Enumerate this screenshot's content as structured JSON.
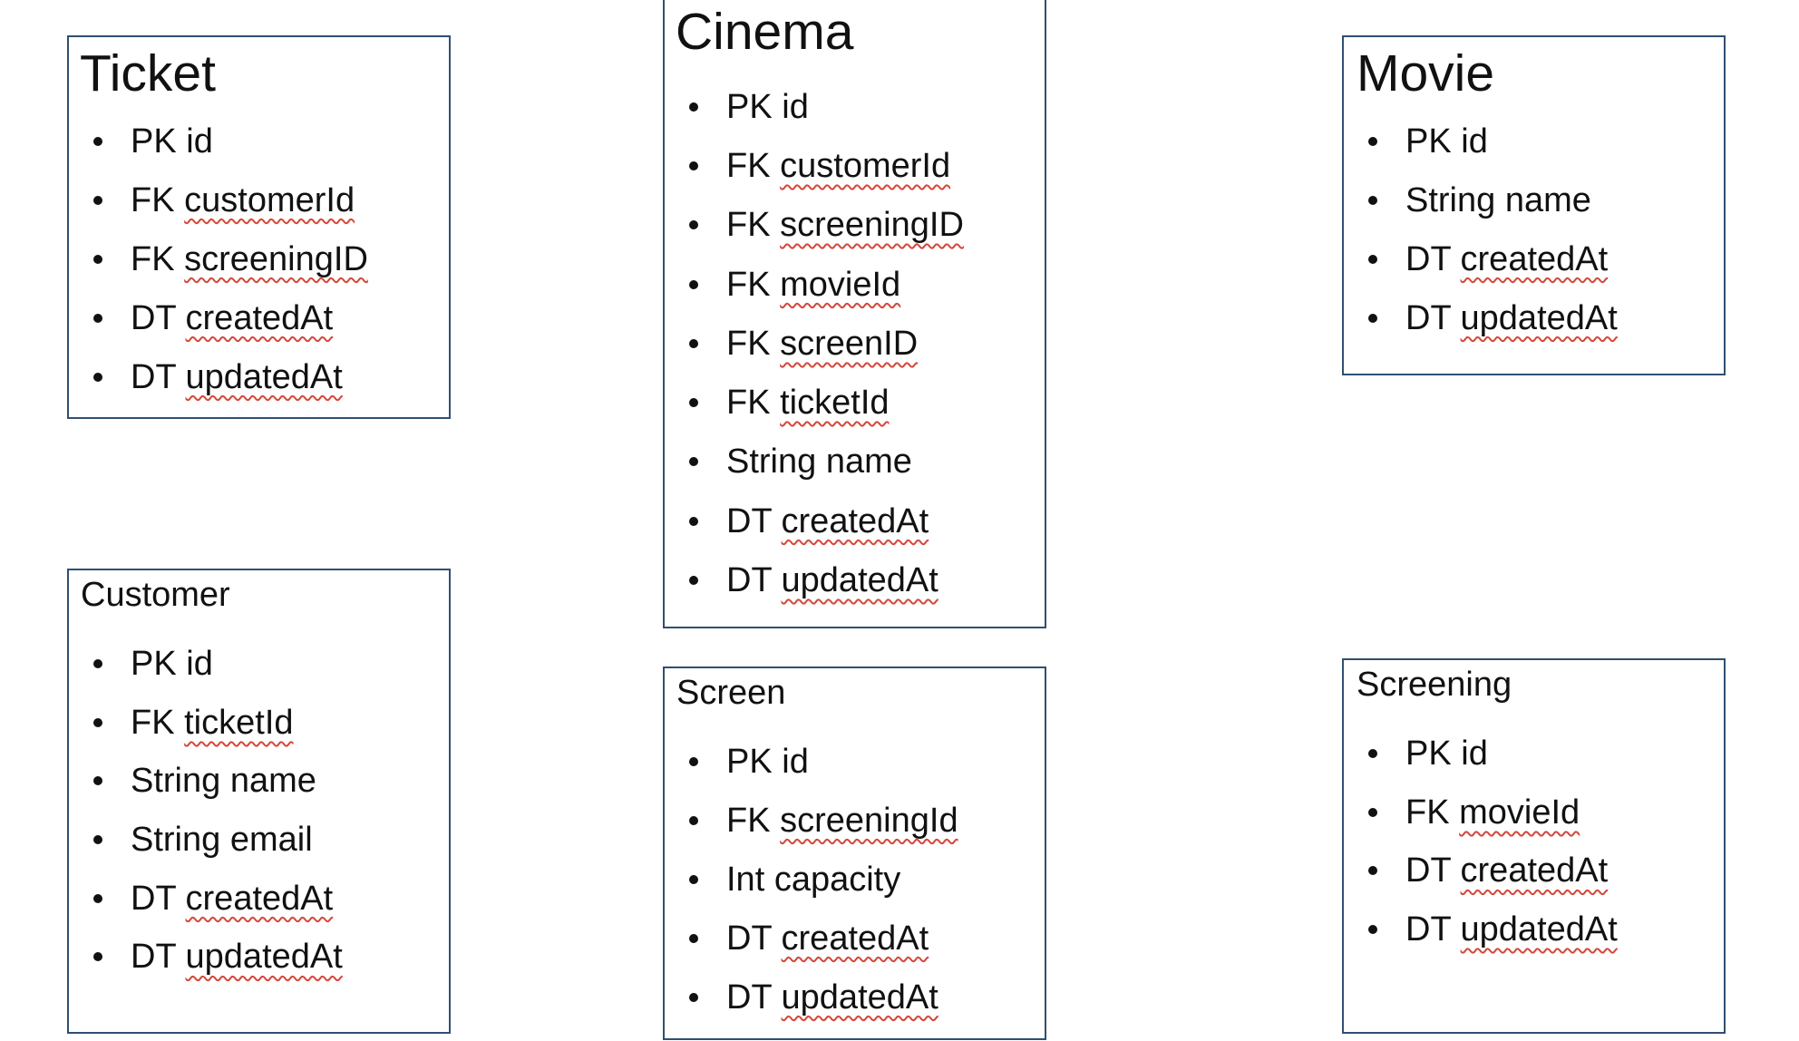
{
  "entities": {
    "ticket": {
      "title": "Ticket",
      "fields": [
        {
          "type": "PK",
          "name": "id"
        },
        {
          "type": "FK",
          "name": "customerId"
        },
        {
          "type": "FK",
          "name": "screeningID"
        },
        {
          "type": "DT",
          "name": "createdAt"
        },
        {
          "type": "DT",
          "name": "updatedAt"
        }
      ]
    },
    "cinema": {
      "title": "Cinema",
      "fields": [
        {
          "type": "PK",
          "name": "id"
        },
        {
          "type": "FK",
          "name": "customerId"
        },
        {
          "type": "FK",
          "name": "screeningID"
        },
        {
          "type": "FK",
          "name": "movieId"
        },
        {
          "type": "FK",
          "name": "screenID"
        },
        {
          "type": "FK",
          "name": "ticketId"
        },
        {
          "type": "String",
          "name": "name"
        },
        {
          "type": "DT",
          "name": "createdAt"
        },
        {
          "type": "DT",
          "name": "updatedAt"
        }
      ]
    },
    "movie": {
      "title": "Movie",
      "fields": [
        {
          "type": "PK",
          "name": "id"
        },
        {
          "type": "String",
          "name": "name"
        },
        {
          "type": "DT",
          "name": "createdAt"
        },
        {
          "type": "DT",
          "name": "updatedAt"
        }
      ]
    },
    "customer": {
      "title": "Customer",
      "fields": [
        {
          "type": "PK",
          "name": "id"
        },
        {
          "type": "FK",
          "name": "ticketId"
        },
        {
          "type": "String",
          "name": "name"
        },
        {
          "type": "String",
          "name": "email"
        },
        {
          "type": "DT",
          "name": "createdAt"
        },
        {
          "type": "DT",
          "name": "updatedAt"
        }
      ]
    },
    "screen": {
      "title": "Screen",
      "fields": [
        {
          "type": "PK",
          "name": "id"
        },
        {
          "type": "FK",
          "name": "screeningId"
        },
        {
          "type": "Int",
          "name": "capacity"
        },
        {
          "type": "DT",
          "name": "createdAt"
        },
        {
          "type": "DT",
          "name": "updatedAt"
        }
      ]
    },
    "screening": {
      "title": "Screening",
      "fields": [
        {
          "type": "PK",
          "name": "id"
        },
        {
          "type": "FK",
          "name": "movieId"
        },
        {
          "type": "DT",
          "name": "createdAt"
        },
        {
          "type": "DT",
          "name": "updatedAt"
        }
      ]
    }
  }
}
